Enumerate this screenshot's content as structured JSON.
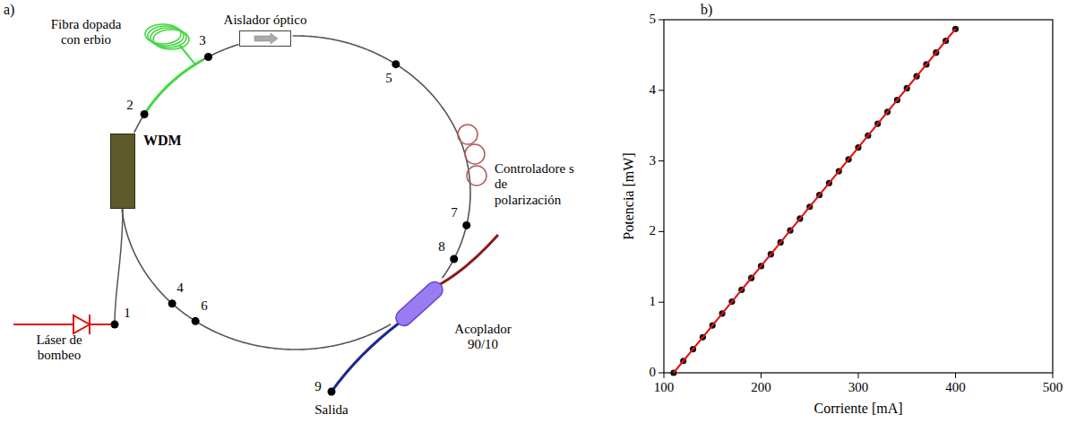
{
  "diagram": {
    "nodes": [
      {
        "text": [
          "WDM"
        ]
      },
      {
        "text": [
          "Aislador óptico"
        ]
      },
      {
        "text": [
          "Acoplador 90/10"
        ]
      }
    ],
    "edges": [
      {
        "from": 0,
        "to": 1,
        "arrow": "none"
      },
      {
        "from": 1,
        "to": 2,
        "arrow": "none"
      },
      {
        "from": 2,
        "to": 0,
        "arrow": "none"
      }
    ],
    "labels": [
      "a)",
      "Fibra dopada con erbio",
      "Láser de bombeo",
      "Controladore s de polarización",
      "Salida",
      "1",
      "2",
      "3",
      "4",
      "5",
      "6",
      "7",
      "8",
      "9",
      "b)",
      "0",
      "1",
      "2",
      "3",
      "4",
      "5",
      "100",
      "200",
      "300",
      "400",
      "500",
      "Potencia [mW]",
      "Corriente [mA]"
    ]
  }
}
